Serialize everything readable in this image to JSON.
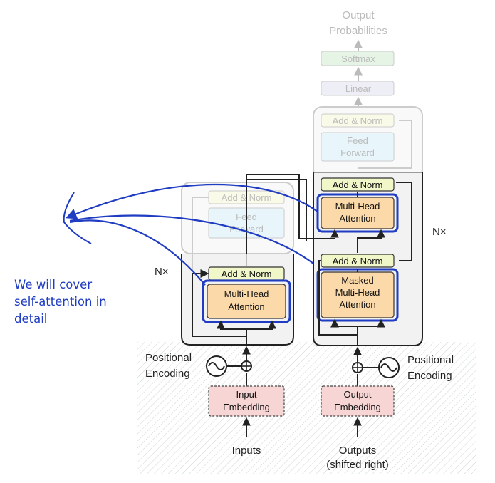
{
  "output_top": {
    "line1": "Output",
    "line2": "Probabilities"
  },
  "softmax": "Softmax",
  "linear": "Linear",
  "decoder": {
    "add_norm_top": "Add & Norm",
    "ff_line1": "Feed",
    "ff_line2": "Forward",
    "add_norm_mid": "Add & Norm",
    "mha_line1": "Multi-Head",
    "mha_line2": "Attention",
    "add_norm_low": "Add & Norm",
    "masked_line1": "Masked",
    "masked_line2": "Multi-Head",
    "masked_line3": "Attention",
    "nx": "N×"
  },
  "encoder": {
    "add_norm_top": "Add & Norm",
    "ff_line1": "Feed",
    "ff_line2": "Forward",
    "add_norm_low": "Add & Norm",
    "mha_line1": "Multi-Head",
    "mha_line2": "Attention",
    "nx": "N×"
  },
  "pos_enc_left": {
    "line1": "Positional",
    "line2": "Encoding"
  },
  "pos_enc_right": {
    "line1": "Positional",
    "line2": "Encoding"
  },
  "input_embedding": {
    "line1": "Input",
    "line2": "Embedding"
  },
  "output_embedding": {
    "line1": "Output",
    "line2": "Embedding"
  },
  "inputs_label": "Inputs",
  "outputs_label": {
    "line1": "Outputs",
    "line2": "(shifted right)"
  },
  "annotation": {
    "line1": "We will cover",
    "line2": "self-attention in",
    "line3": "detail"
  },
  "colors": {
    "annotation_blue": "#1f3cc2",
    "add_norm_fill": "#f2f7c9",
    "attention_fill": "#fbd9a8",
    "feed_forward_fill": "#cfeefb",
    "softmax_fill": "#cdeccf",
    "linear_fill": "#e2e2f2",
    "embedding_fill": "#f7d5d5"
  }
}
